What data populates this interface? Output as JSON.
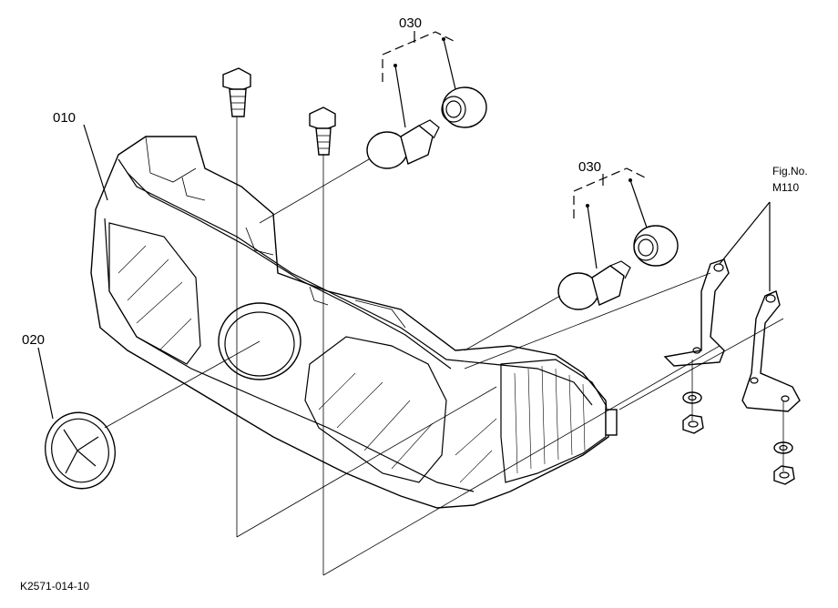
{
  "diagram": {
    "labels": {
      "headlight": "010",
      "emblem": "020",
      "bulb_top": "030",
      "bulb_right": "030",
      "fig_ref_line1": "Fig.No.",
      "fig_ref_line2": "M110",
      "drawing_code": "K2571-014-10"
    }
  }
}
